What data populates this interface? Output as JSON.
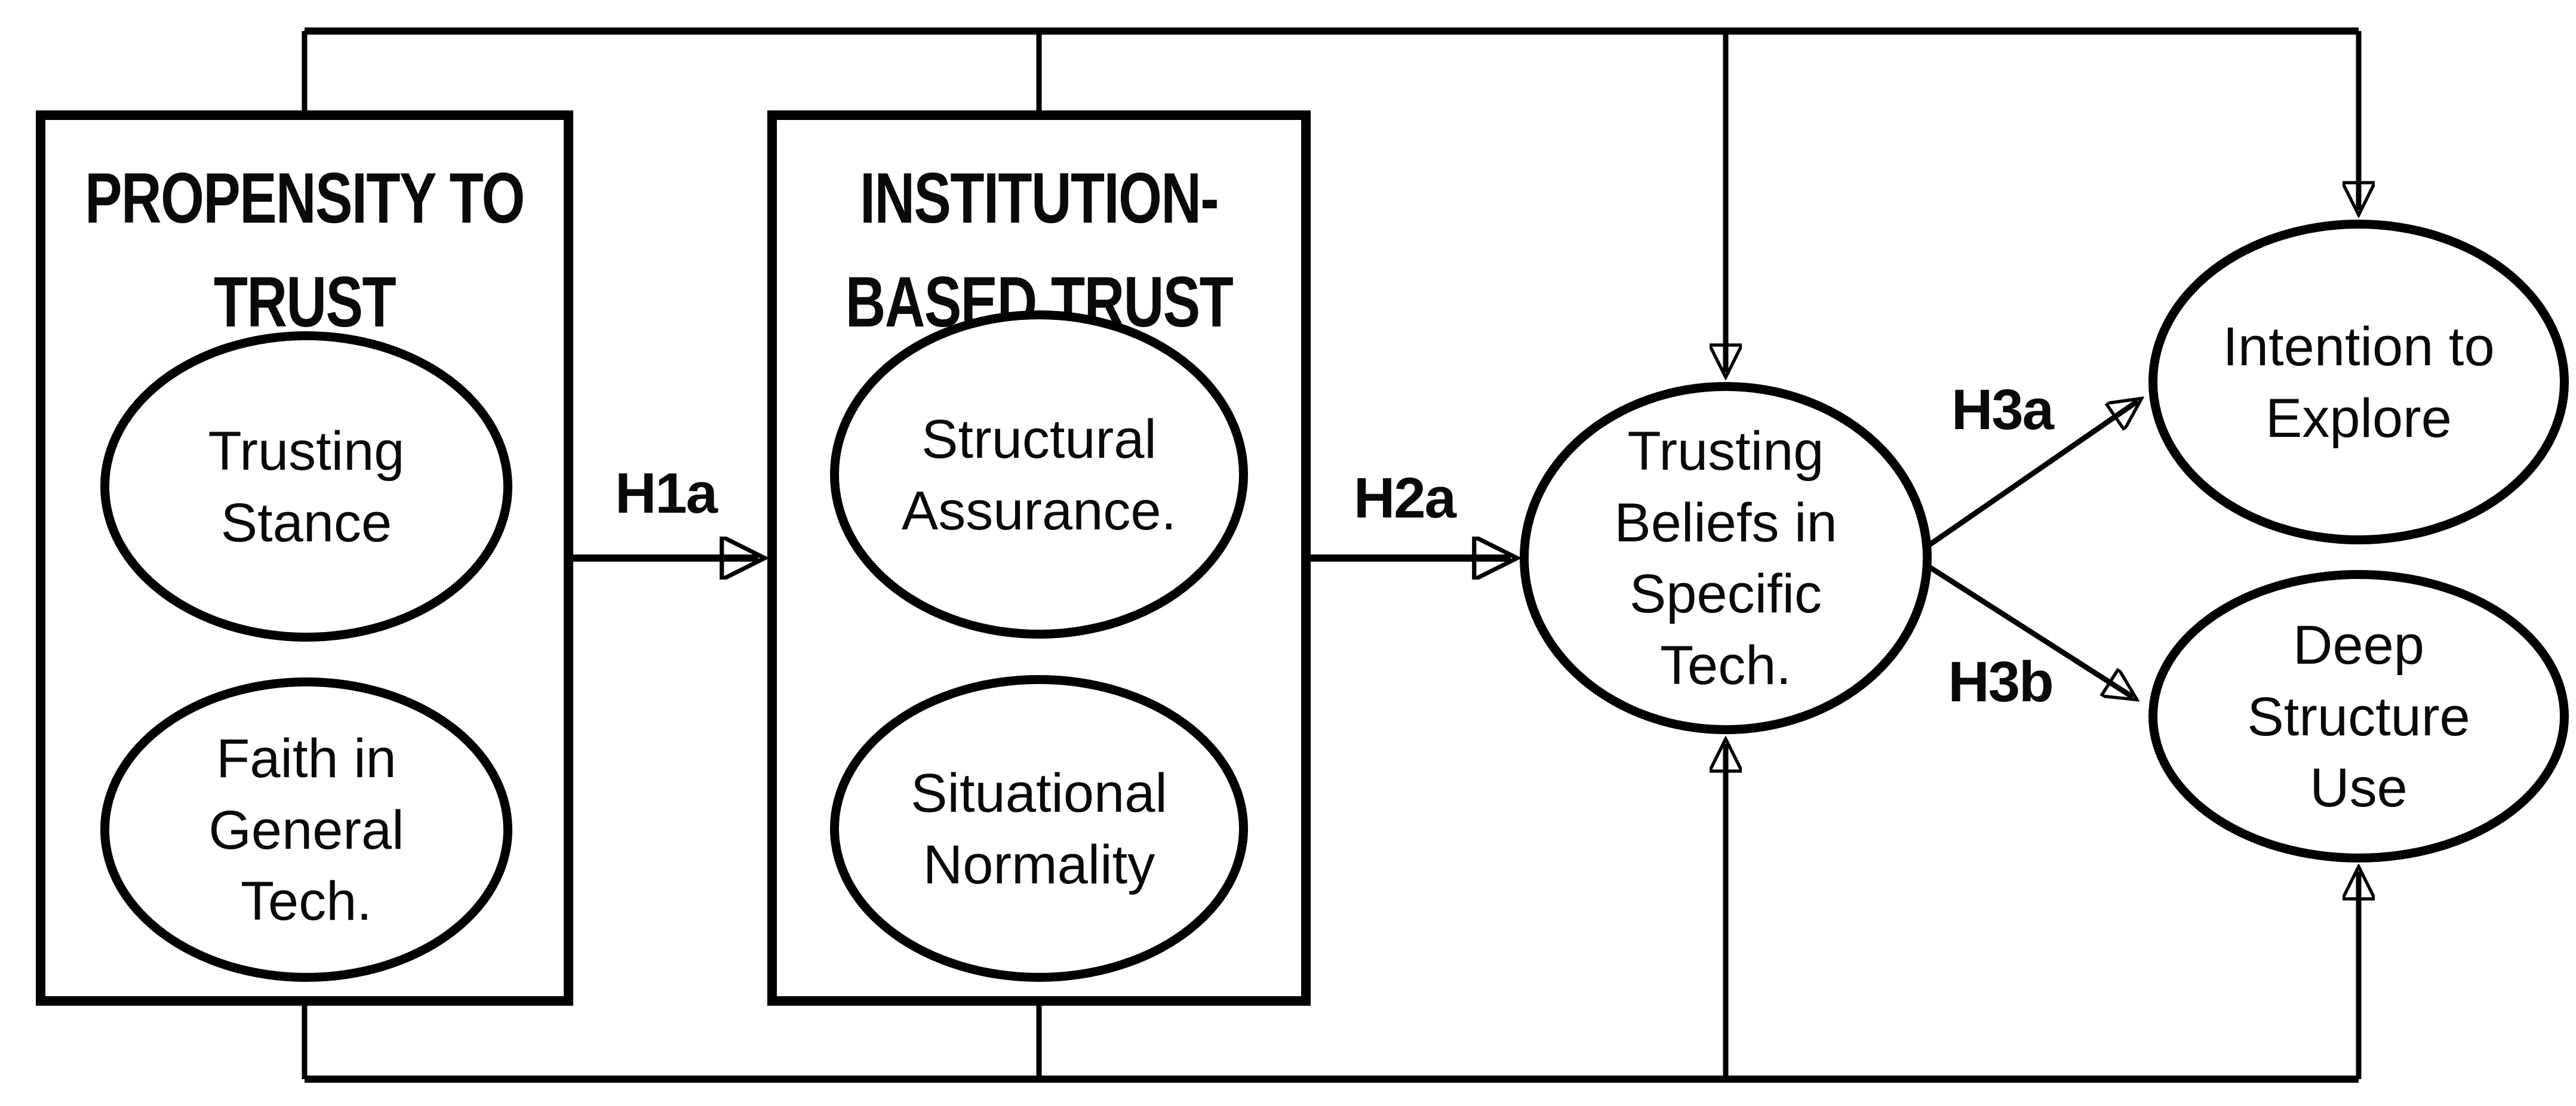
{
  "canvas": {
    "background": "#ffffff",
    "line_color": "#000000",
    "text_color": "#0a0a0a"
  },
  "groups": {
    "propensity": {
      "title": "PROPENSITY TO TRUST",
      "constructs": [
        {
          "label": "Trusting Stance"
        },
        {
          "label": "Faith in General Tech."
        }
      ]
    },
    "institution": {
      "title": "INSTITUTION-BASED TRUST",
      "constructs": [
        {
          "label": "Structural Assurance."
        },
        {
          "label": "Situational Normality"
        }
      ]
    }
  },
  "mediator": {
    "label": "Trusting Beliefs in Specific Tech."
  },
  "outcomes": [
    {
      "label": "Intention to Explore"
    },
    {
      "label": "Deep Structure Use"
    }
  ],
  "hypotheses": {
    "h1a": "H1a",
    "h2a": "H2a",
    "h3a": "H3a",
    "h3b": "H3b"
  }
}
